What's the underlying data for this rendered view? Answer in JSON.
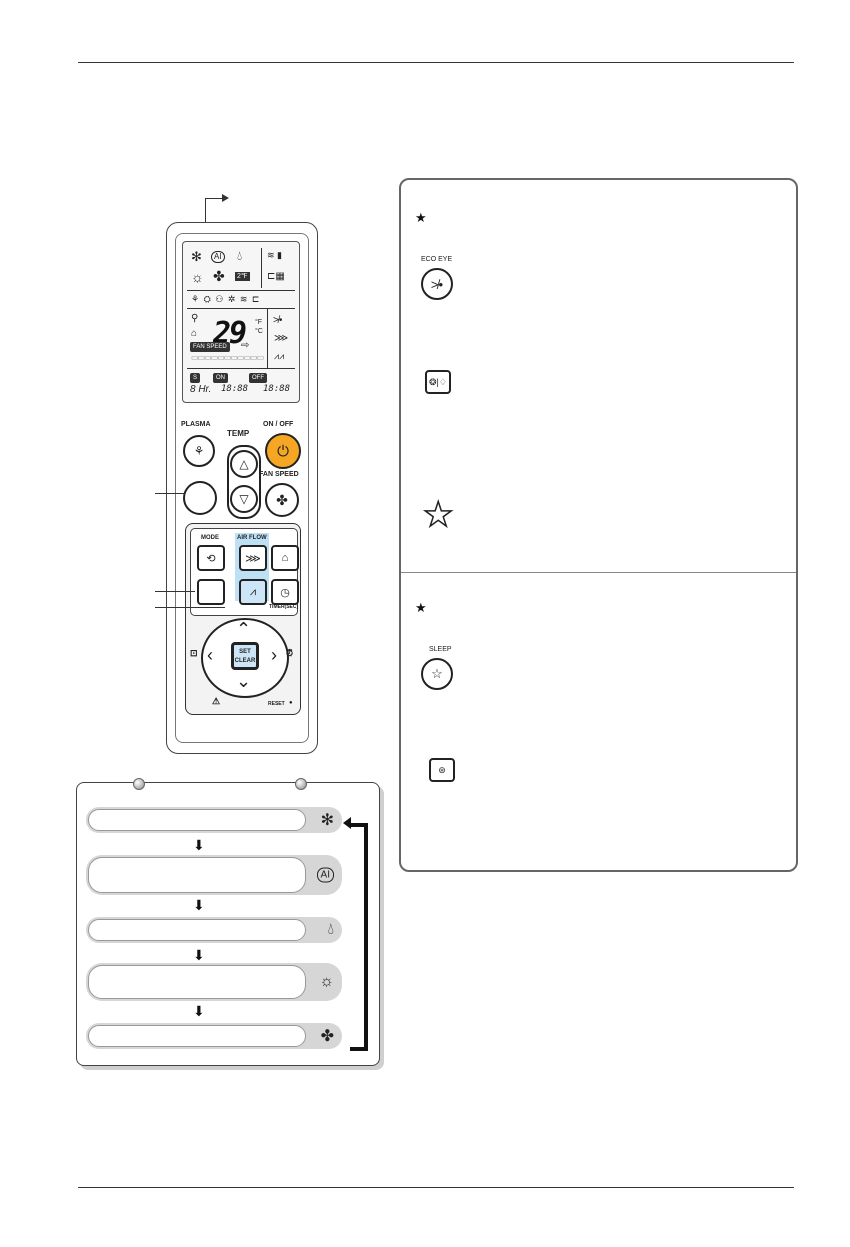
{
  "remote": {
    "lcd": {
      "temp_value": "29",
      "temp_units": "°F °C",
      "fan_speed_badge": "FAN SPEED",
      "s_label": "S",
      "on_label": "ON",
      "off_label": "OFF",
      "hr_label": "8 Hr.",
      "time1": "18:88",
      "time2": "18:88",
      "ai_label": "AI",
      "twoF_label": "2℉"
    },
    "buttons": {
      "plasma": "PLASMA",
      "temp": "TEMP",
      "on_off": "ON / OFF",
      "fan_speed": "FAN SPEED",
      "mode": "MODE",
      "air_flow": "AIR FLOW",
      "timer": "TIMER(SEC)",
      "set": "SET",
      "clear": "CLEAR",
      "reset": "RESET"
    }
  },
  "panel": {
    "eco_eye_label": "ECO EYE",
    "sleep_label": "SLEEP"
  },
  "mode_box": {
    "modes": [
      {
        "name": "cool",
        "icon": "snowflake-icon"
      },
      {
        "name": "ai",
        "icon": "ai-icon"
      },
      {
        "name": "dry",
        "icon": "droplet-icon"
      },
      {
        "name": "heat",
        "icon": "sun-icon"
      },
      {
        "name": "fan",
        "icon": "fan-icon"
      }
    ]
  }
}
